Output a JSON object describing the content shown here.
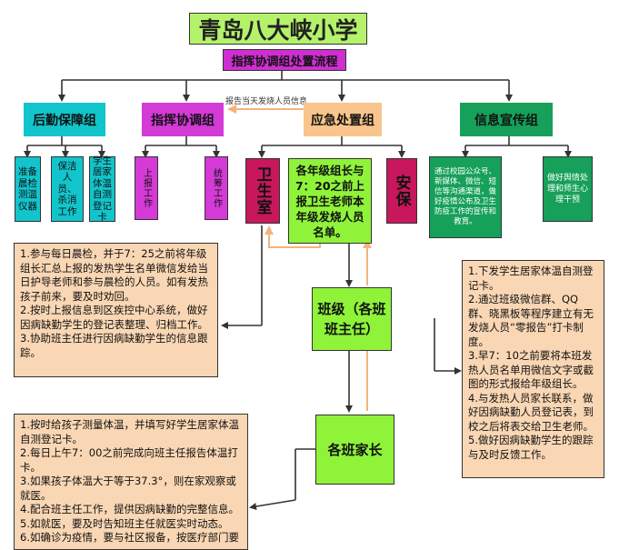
{
  "title": "青岛八大峡小学",
  "subtitle": "指挥协调组处置流程",
  "report_label": "报告当天发烧人员信息",
  "groups": {
    "logistics": "后勤保障组",
    "command": "指挥协调组",
    "emergency": "应急处置组",
    "publicity": "信息宣传组"
  },
  "logistics_items": [
    "准备晨检测温仪器",
    "保洁人员、杀消工作",
    "学生居家体温自测登记卡"
  ],
  "command_items": [
    "上报工作",
    "统筹工作"
  ],
  "emergency_left": "卫生室",
  "emergency_center": "各年级组长与7：20之前上报卫生老师本年级发烧人员名单。",
  "emergency_right": "安保",
  "publicity_items": [
    "通过校园公众号、新媒体、微信、短信等沟通渠道，做好疫情公布及卫生防疫工作的宣传和教育。",
    "做好舆情处理和师生心理干预"
  ],
  "class_node": "班级（各班班主任）",
  "parent_node": "各班家长",
  "note_left_top": [
    "1.参与每日晨检，并于7：25之前将年级组长汇总上报的发热学生名单微信发给当日护导老师和参与晨检的人员。如有发热孩子前来，要及时劝回。",
    "2.按时上报信息到区疾控中心系统，做好因病缺勤学生的登记表整理、归档工作。",
    "3.协助班主任进行因病缺勤学生的信息跟踪。"
  ],
  "note_right": [
    "1.下发学生居家体温自测登记卡。",
    "2.通过班级微信群、QQ群、晓黑板等程序建立有无发烧人员“零报告”打卡制度。",
    "3.早7：10之前要将本班发热人员名单用微信文字或截图的形式报给年级组长。",
    "4.与发热人员家长联系，做好因病缺勤人员登记表，到校之后将表交给卫生老师。",
    "5.做好因病缺勤学生的跟踪与及时反馈工作。"
  ],
  "note_left_bottom": [
    "1.按时给孩子测量体温，并填写好学生居家体温自测登记卡。",
    "2.每日上午7：00之前完成向班主任报告体温打卡。",
    "3.如果孩子体温大于等于37.3°，则在家观察或就医。",
    "4.配合班主任工作，提供因病缺勤的完整信息。",
    "5.如就医，要及时告知班主任就医实时动态。",
    "6.如确诊为疫情，要与社区报备，按医疗部门要"
  ],
  "colors": {
    "title_bg": "#b5f26b",
    "subtitle_bg": "#cf2fd0",
    "cyan": "#12c4cc",
    "magenta": "#d43ad6",
    "peach": "#f9c58c",
    "green_dark": "#16a05a",
    "crimson": "#c8175c",
    "lime": "#8ff33a",
    "note_bg": "#fad7b4",
    "arrow_orange": "#f5b27a"
  }
}
